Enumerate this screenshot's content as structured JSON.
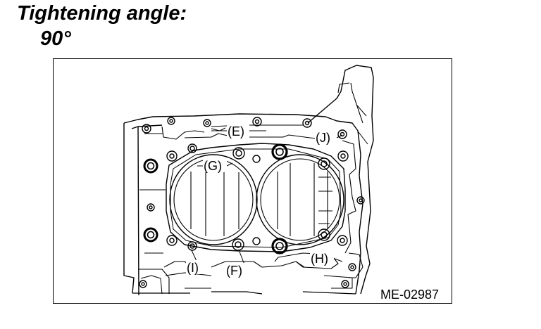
{
  "spec": {
    "heading": "Tightening angle:",
    "value": "90°"
  },
  "figure": {
    "code": "ME-02987",
    "labels": {
      "E": "(E)",
      "J": "(J)",
      "G": "(G)",
      "H": "(H)",
      "I": "(I)",
      "F": "(F)"
    }
  }
}
